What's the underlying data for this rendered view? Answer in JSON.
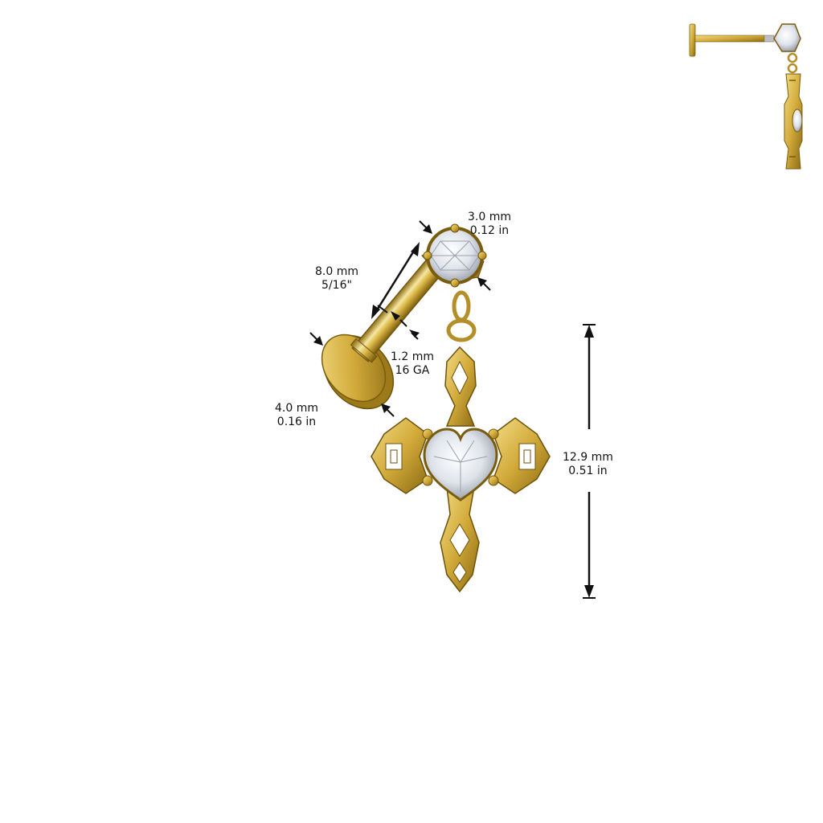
{
  "colors": {
    "gold_light": "#f6e7a0",
    "gold_mid": "#d9b544",
    "gold_dark": "#8a6a12",
    "gem_light": "#ffffff",
    "gem_mid": "#dfe3ea",
    "gem_dark": "#8f97a3",
    "ink": "#111111"
  },
  "icons": [
    "labret-stud-icon",
    "heart-gem-icon",
    "round-gem-icon",
    "cross-charm-icon",
    "dimension-arrow-icon"
  ],
  "dimensions": {
    "gem_diameter": {
      "metric": "3.0 mm",
      "imperial": "0.12 in"
    },
    "bar_length": {
      "metric": "8.0 mm",
      "imperial": "5/16\""
    },
    "bar_thickness": {
      "metric": "1.2 mm",
      "imperial": "16 GA"
    },
    "disc_diameter": {
      "metric": "4.0 mm",
      "imperial": "0.16 in"
    },
    "charm_length": {
      "metric": "12.9 mm",
      "imperial": "0.51 in"
    }
  }
}
